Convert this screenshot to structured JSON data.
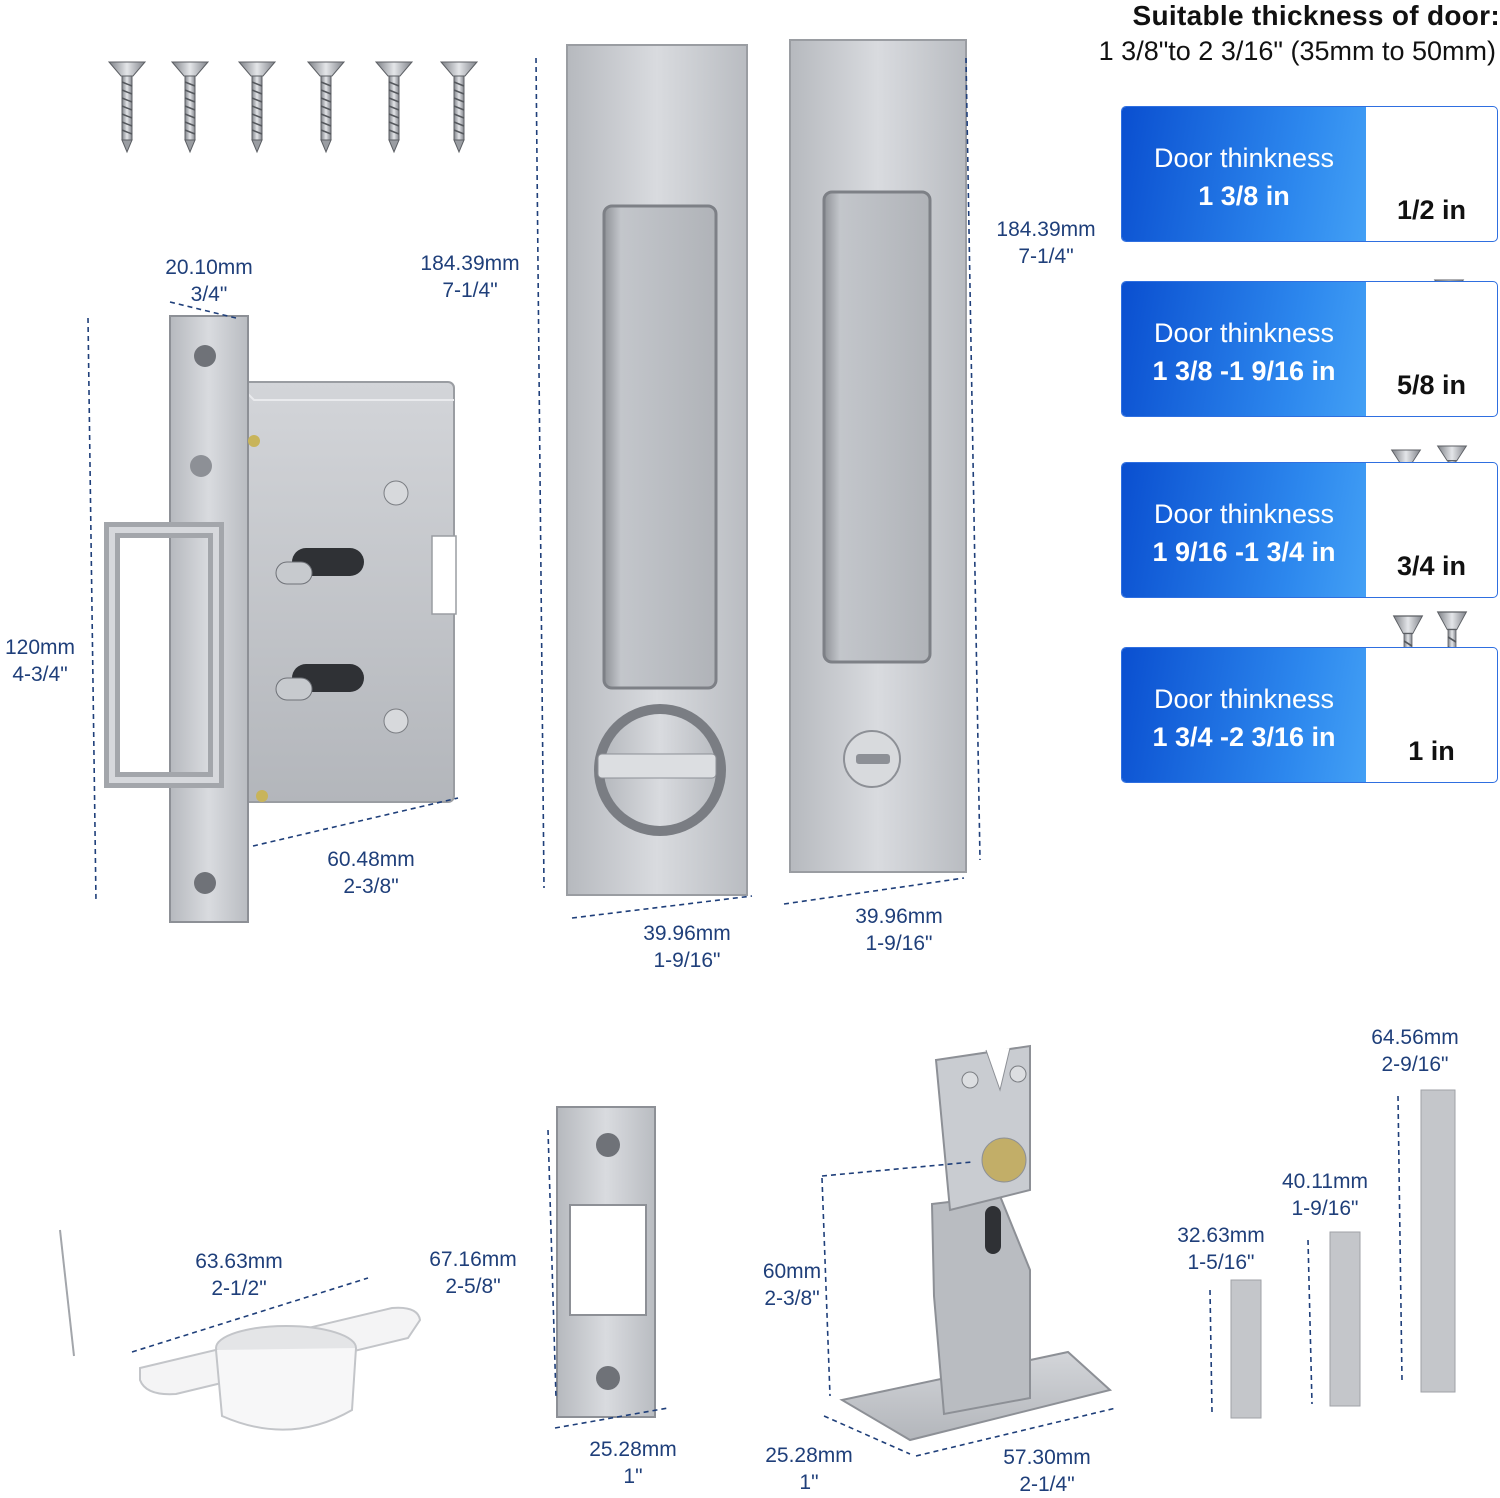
{
  "header": {
    "title": "Suitable thickness of door:",
    "range": "1 3/8\"to 2 3/16\" (35mm to 50mm)"
  },
  "screw_options": [
    {
      "title": "Door thinkness",
      "range": "1 3/8 in",
      "screw_length": "1/2 in"
    },
    {
      "title": "Door thinkness",
      "range": "1 3/8 -1 9/16 in",
      "screw_length": "5/8 in"
    },
    {
      "title": "Door thinkness",
      "range": "1 9/16 -1 3/4 in",
      "screw_length": "3/4 in"
    },
    {
      "title": "Door thinkness",
      "range": "1 3/4 -2 3/16 in",
      "screw_length": "1 in"
    }
  ],
  "dimensions": {
    "lock_body_width": {
      "mm": "20.10mm",
      "in": "3/4\""
    },
    "lock_body_height": {
      "mm": "120mm",
      "in": "4-3/4\""
    },
    "lock_body_depth": {
      "mm": "60.48mm",
      "in": "2-3/8\""
    },
    "pull_left_height": {
      "mm": "184.39mm",
      "in": "7-1/4\""
    },
    "pull_left_width": {
      "mm": "39.96mm",
      "in": "1-9/16\""
    },
    "pull_right_height": {
      "mm": "184.39mm",
      "in": "7-1/4\""
    },
    "pull_right_width": {
      "mm": "39.96mm",
      "in": "1-9/16\""
    },
    "dust_box_length": {
      "mm": "63.63mm",
      "in": "2-1/2\""
    },
    "strike_plate_height": {
      "mm": "67.16mm",
      "in": "2-5/8\""
    },
    "strike_plate_width": {
      "mm": "25.28mm",
      "in": "1\""
    },
    "latch_guide_height": {
      "mm": "60mm",
      "in": "2-3/8\""
    },
    "latch_guide_depth": {
      "mm": "25.28mm",
      "in": "1\""
    },
    "latch_guide_length": {
      "mm": "57.30mm",
      "in": "2-1/4\""
    },
    "spindle_short": {
      "mm": "32.63mm",
      "in": "1-5/16\""
    },
    "spindle_medium": {
      "mm": "40.11mm",
      "in": "1-9/16\""
    },
    "spindle_long": {
      "mm": "64.56mm",
      "in": "2-9/16\""
    }
  },
  "colors": {
    "dimension_text": "#1f3f7a",
    "card_gradient_start": "#0a4fd0",
    "card_gradient_end": "#43a0f5",
    "metal": "#c9ccd1",
    "metal_dark": "#8d9096"
  }
}
